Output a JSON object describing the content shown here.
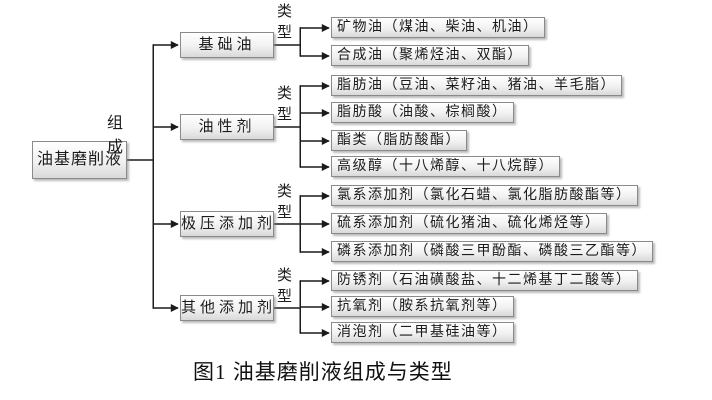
{
  "palette": {
    "line_color": "#1b1b1b",
    "box_border": "#8a8a8a",
    "box_fill_top": "#ffffff",
    "box_fill_bottom": "#d9d9d9",
    "background": "#ffffff"
  },
  "root": {
    "label": "油基磨削液"
  },
  "trunk_label": "组成",
  "branches": [
    {
      "label": "基础油",
      "type_label": "类型",
      "leaves": [
        "矿物油（煤油、柴油、机油）",
        "合成油（聚烯烃油、双酯）"
      ]
    },
    {
      "label": "油性剂",
      "type_label": "类型",
      "leaves": [
        "脂肪油（豆油、菜籽油、猪油、羊毛脂）",
        "脂肪酸（油酸、棕榈酸）",
        "酯类（脂肪酸酯）",
        "高级醇（十八烯醇、十八烷醇）"
      ]
    },
    {
      "label": "极压添加剂",
      "type_label": "类型",
      "leaves": [
        "氯系添加剂（氯化石蜡、氯化脂肪酸酯等）",
        "硫系添加剂（硫化猪油、硫化烯烃等）",
        "磷系添加剂（磷酸三甲酚酯、磷酸三乙酯等）"
      ]
    },
    {
      "label": "其他添加剂",
      "type_label": "类型",
      "leaves": [
        "防锈剂（石油磺酸盐、十二烯基丁二酸等）",
        "抗氧剂（胺系抗氧剂等）",
        "消泡剂（二甲基硅油等）"
      ]
    }
  ],
  "caption": "图1  油基磨削液组成与类型"
}
